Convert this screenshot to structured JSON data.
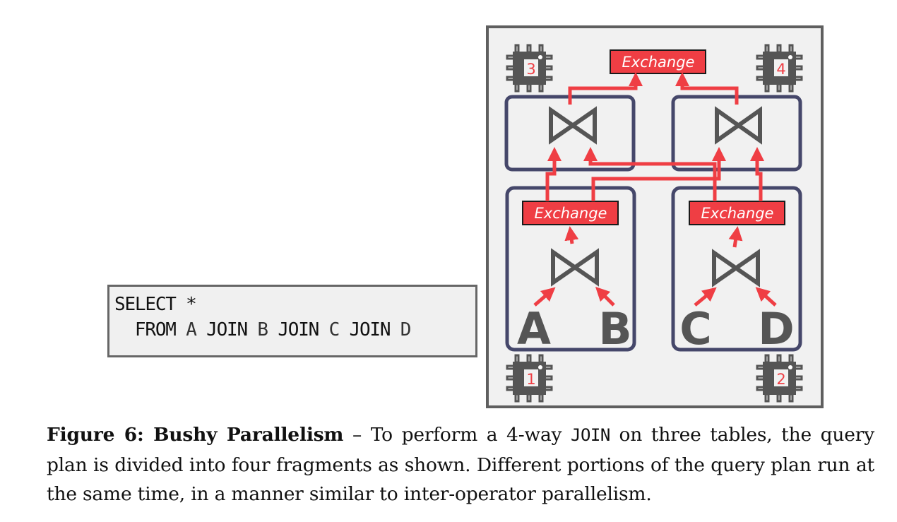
{
  "sql": {
    "line1": "SELECT *",
    "line2_parts": [
      "  FROM ",
      "A",
      " JOIN ",
      "B",
      " JOIN ",
      "C",
      " JOIN ",
      "D"
    ]
  },
  "diagram": {
    "colors": {
      "frame_border": "#5f5f5f",
      "frame_fill": "#f1f1f1",
      "fragment_border": "#45476a",
      "exchange_fill": "#ef3e44",
      "exchange_border": "#1a1a1a",
      "arrow": "#ef3e44",
      "operator": "#555555",
      "cpu_body": "#555555",
      "cpu_label": "#ef3e44"
    },
    "top_exchange": {
      "label": "Exchange"
    },
    "fragments": [
      {
        "id": "top-left",
        "operator": "join",
        "operator_symbol": "⋈"
      },
      {
        "id": "top-right",
        "operator": "join",
        "operator_symbol": "⋈"
      },
      {
        "id": "bottom-left",
        "operator": "join",
        "operator_symbol": "⋈",
        "exchange_label": "Exchange",
        "inputs": [
          "A",
          "B"
        ]
      },
      {
        "id": "bottom-right",
        "operator": "join",
        "operator_symbol": "⋈",
        "exchange_label": "Exchange",
        "inputs": [
          "C",
          "D"
        ]
      }
    ],
    "cpus": [
      {
        "label": "3",
        "icon": "cpu-chip-icon"
      },
      {
        "label": "4",
        "icon": "cpu-chip-icon"
      },
      {
        "label": "1",
        "icon": "cpu-chip-icon"
      },
      {
        "label": "2",
        "icon": "cpu-chip-icon"
      }
    ]
  },
  "caption": {
    "label": "Figure 6: Bushy Parallelism",
    "dash": " – ",
    "text_before_code": "To perform a 4-way ",
    "code": "JOIN",
    "text_after_code": " on three tables, the query plan is divided into four fragments as shown. Different portions of the query plan run at the same time, in a manner similar to inter-operator parallelism."
  }
}
